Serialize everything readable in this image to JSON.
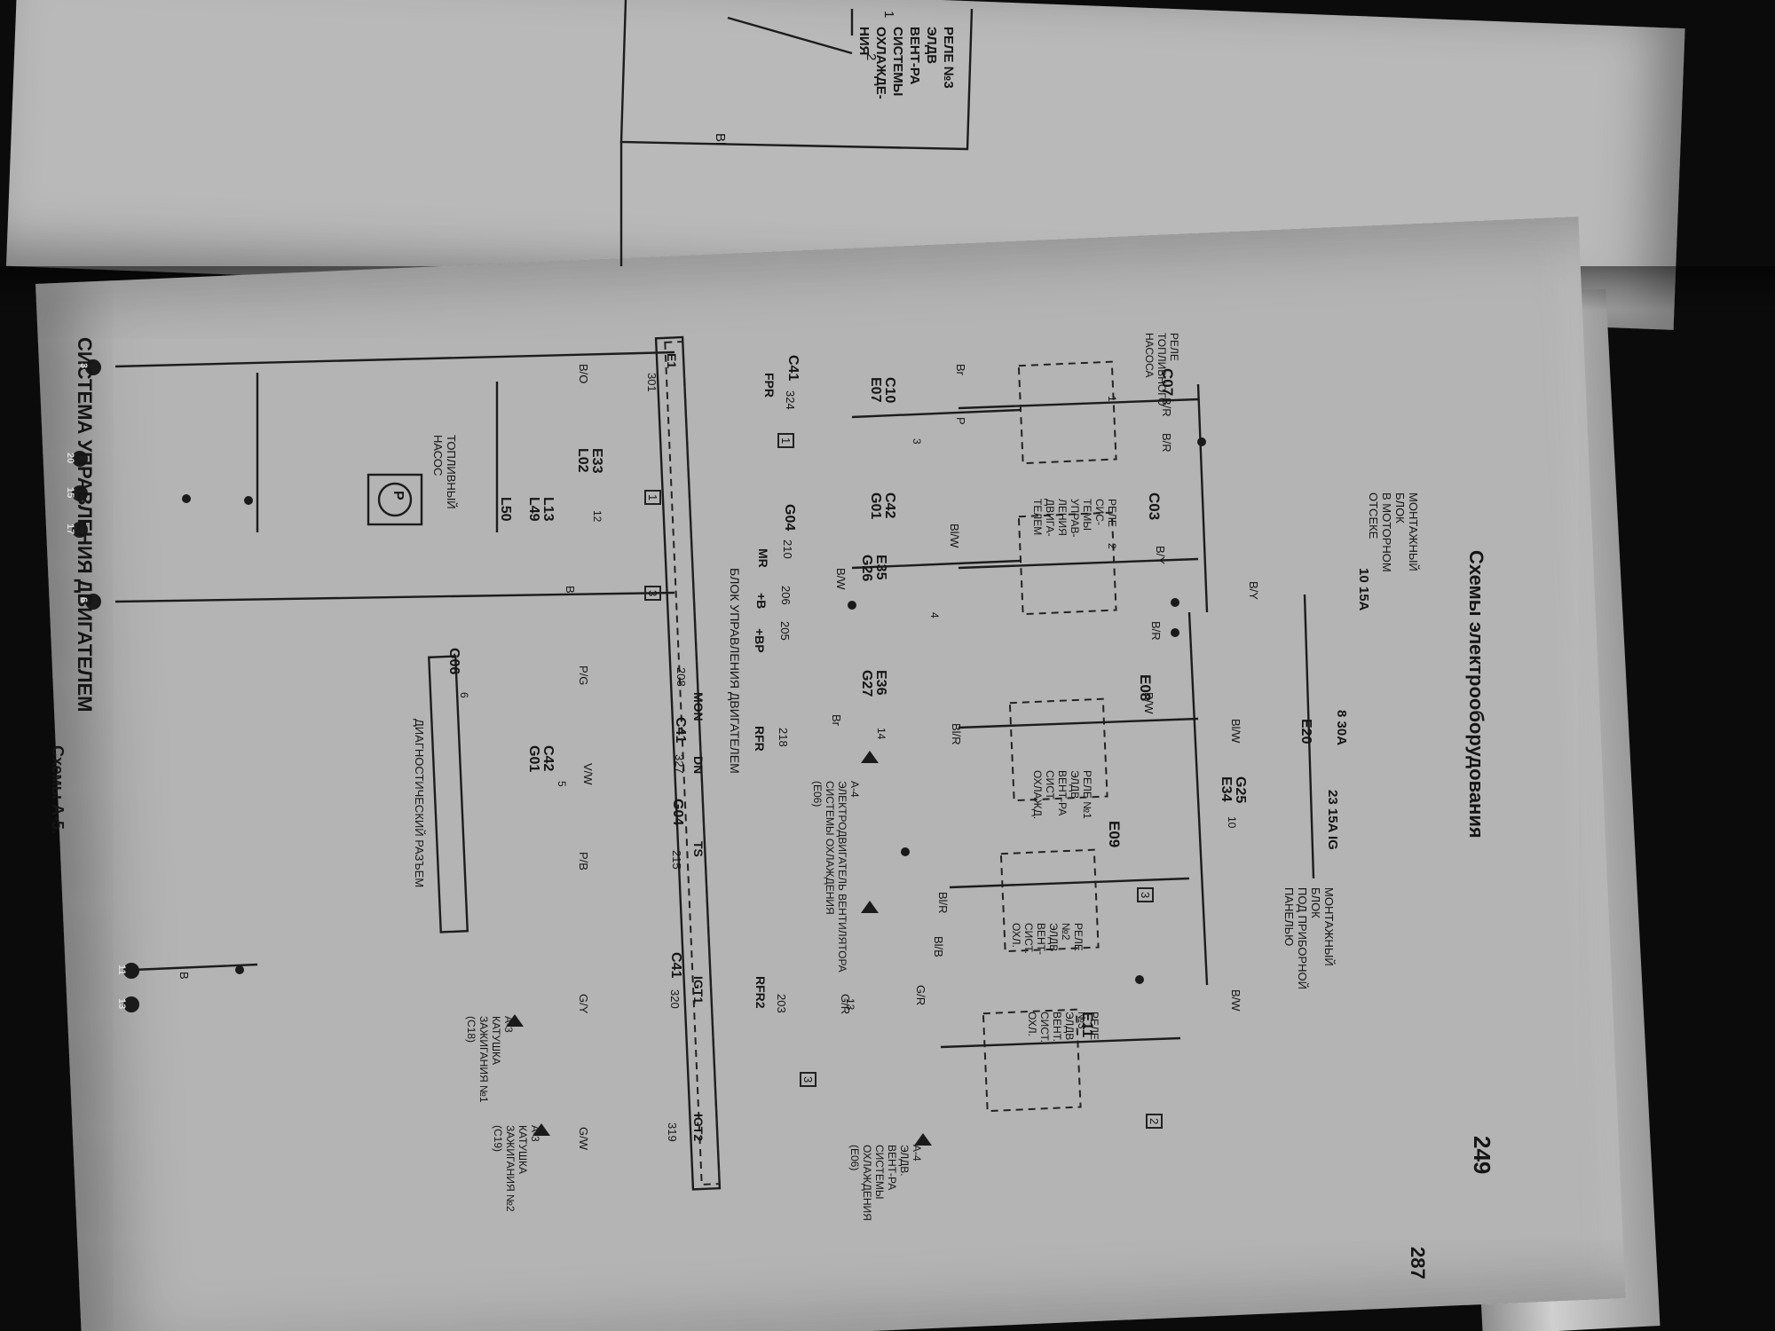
{
  "book": {
    "header_title": "Схемы электрооборудования",
    "page_number": "249",
    "corner_page_number": "287",
    "section_title": "СИСТЕМА УПРАВЛЕНИЯ ДВИГАТЕЛЕМ",
    "footer": "Схемы А-5."
  },
  "upper_page": {
    "relay_label": [
      "РЕЛЕ №3",
      "ЭЛДВ",
      "ВЕНТ-РА",
      "СИСТЕМЫ",
      "ОХЛАЖДЕ-",
      "НИЯ"
    ],
    "pins": [
      "1",
      "2"
    ],
    "wire": "Bl"
  },
  "fuse_blocks": {
    "engine": [
      "МОНТАЖНЫЙ",
      "БЛОК",
      "В МОТОРНОМ",
      "ОТСЕКЕ"
    ],
    "panel": [
      "МОНТАЖНЫЙ",
      "БЛОК",
      "ПОД ПРИБОРНОЙ",
      "ПАНЕЛЬЮ"
    ]
  },
  "fuses": [
    {
      "num": "10",
      "rating": "15A"
    },
    {
      "num": "8",
      "rating": "30A"
    },
    {
      "num": "23",
      "rating": "15A",
      "name": "IG"
    }
  ],
  "relays": {
    "fuel_pump": {
      "connector": "C07",
      "label": [
        "РЕЛЕ",
        "ТОПЛИВНОГО",
        "НАСОСА"
      ]
    },
    "control": {
      "connector": "C03",
      "label": [
        "РЕЛЕ",
        "СИС-",
        "ТЕМЫ",
        "УПРАВ-",
        "ЛЕНИЯ",
        "ДВИГА-",
        "ТЕЛЕМ"
      ]
    },
    "fan1": {
      "connector": "E08",
      "label": [
        "РЕЛЕ №1",
        "ЭЛДВ",
        "ВЕНТ-РА",
        "СИСТ.",
        "ОХЛАЖД."
      ]
    },
    "fan2": {
      "connector": "E09",
      "label": [
        "РЕЛЕ",
        "№2",
        "ЭЛДВ",
        "ВЕНТ-",
        "СИСТ.",
        "ОХЛ."
      ]
    },
    "fan3": {
      "connector": "E11",
      "label": [
        "РЕЛЕ",
        "№3",
        "ЭЛДВ",
        "ВЕНТ.",
        "СИСТ.",
        "ОХЛ."
      ]
    }
  },
  "ecu": {
    "label": "БЛОК УПРАВЛЕНИЯ ДВИГАТЕЛЕМ",
    "pins_top": [
      "FPR",
      "MR",
      "+B",
      "+BP",
      "RFR",
      "MON",
      "DN",
      "TS",
      "IGT1",
      "IGT2",
      "RFR2"
    ],
    "pin_numbers": [
      "324",
      "210",
      "206",
      "205",
      "218",
      "208",
      "327",
      "215",
      "320",
      "319",
      "203",
      "301"
    ],
    "connectors": [
      "C41",
      "G04",
      "C41",
      "G04",
      "C41",
      "E1"
    ]
  },
  "wires": [
    "B/R",
    "B/R",
    "B/Y",
    "B/Y",
    "B/R",
    "B/W",
    "B/W",
    "Bl/W",
    "Bl/R",
    "Br",
    "Bl/R",
    "Bl/B",
    "G/R",
    "P",
    "Bl/W",
    "B/O",
    "P/G",
    "V/W",
    "P/B",
    "G/Y",
    "G/W",
    "B",
    "Br",
    "B/W",
    "G/R",
    "B"
  ],
  "connectors": [
    "C10",
    "E07",
    "C42",
    "G01",
    "E35",
    "G26",
    "E36",
    "G27",
    "E20",
    "G25",
    "E34",
    "E33",
    "L02",
    "L13",
    "L49",
    "L50",
    "G06",
    "C42",
    "G01"
  ],
  "fuel_pump": {
    "label": [
      "ТОПЛИВНЫЙ",
      "НАСОС"
    ],
    "symbol": "P"
  },
  "fan_motor": {
    "ref": "А-4",
    "label": [
      "ЭЛЕКТРОДВИГАТЕЛЬ ВЕНТИЛЯТОРА",
      "СИСТЕМЫ ОХЛАЖДЕНИЯ",
      "(E06)"
    ]
  },
  "fan_motor2": {
    "ref": "А-4",
    "label": [
      "ЭЛДВ.",
      "ВЕНТ-РА",
      "СИСТЕМЫ",
      "ОХЛАЖДЕНИЯ",
      "(E06)"
    ]
  },
  "coil1": {
    "ref": "А-3",
    "label": [
      "КАТУШКА",
      "ЗАЖИГАНИЯ №1",
      "(C18)"
    ]
  },
  "coil2": {
    "ref": "А-3",
    "label": [
      "КАТУШКА",
      "ЗАЖИГАНИЯ №2",
      "(C19)"
    ]
  },
  "diag": {
    "label": "ДИАГНОСТИЧЕСКИЙ РАЗЪЕМ"
  },
  "grounds": [
    "3",
    "20",
    "15",
    "17",
    "6",
    "11",
    "13"
  ],
  "boxed_refs": [
    "1",
    "1",
    "3",
    "3",
    "2",
    "3"
  ],
  "pin_digits": [
    "1",
    "2",
    "3",
    "4",
    "5",
    "6",
    "10",
    "12",
    "13",
    "14"
  ]
}
